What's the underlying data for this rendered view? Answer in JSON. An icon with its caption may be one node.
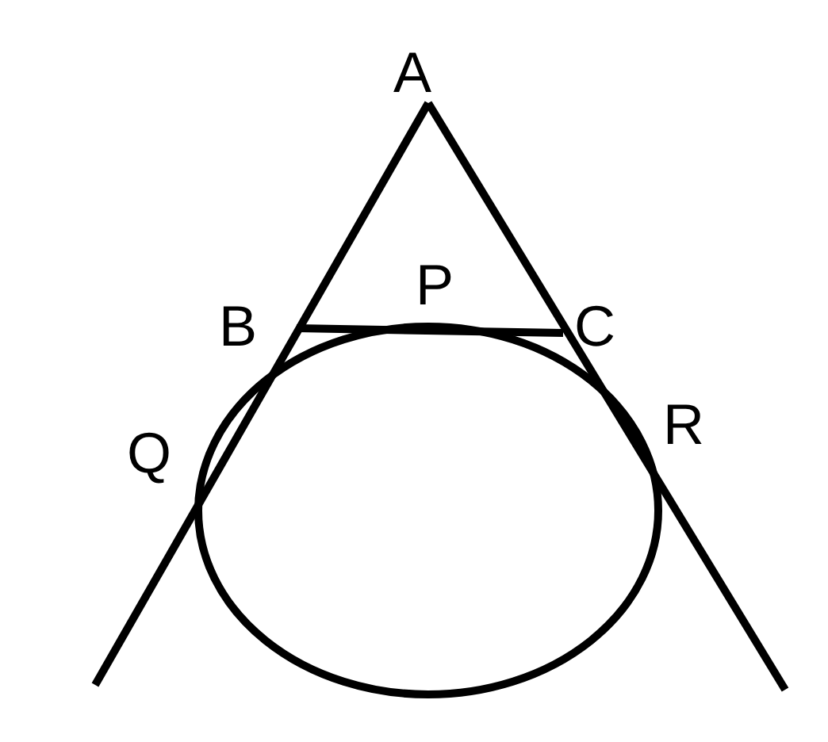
{
  "diagram": {
    "labels": [
      "A",
      "P",
      "B",
      "C",
      "Q",
      "R"
    ]
  }
}
